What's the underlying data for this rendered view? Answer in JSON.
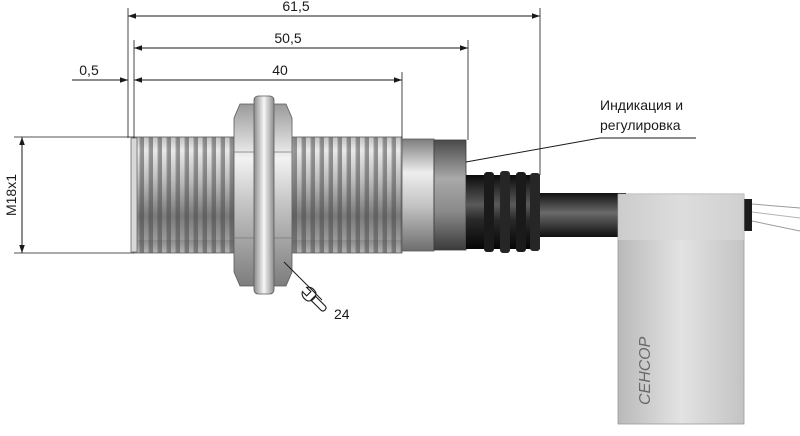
{
  "dimensions": {
    "overall_length": "61,5",
    "length_to_indicator": "50,5",
    "thread_length": "40",
    "face_offset": "0,5",
    "thread_size": "M18x1",
    "wrench_size": "24"
  },
  "callout": {
    "line1": "Индикация и",
    "line2": "регулировка"
  },
  "tag": {
    "brand": "СЕНСОР"
  },
  "icons": {
    "wrench": "wrench-icon"
  },
  "colors": {
    "line": "#1a1a1a",
    "metal_light": "#e6e6e6",
    "metal_dark": "#6e6e6e",
    "cable": "#1c1c1c",
    "tag": "#cfcfcf"
  }
}
